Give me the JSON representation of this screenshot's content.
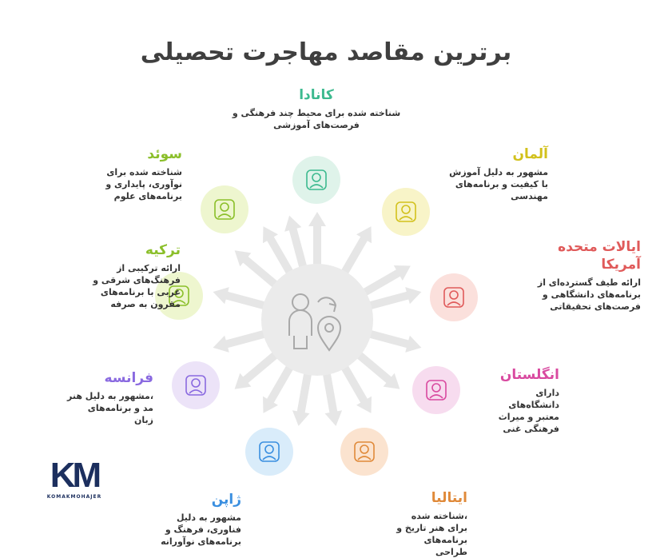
{
  "title": "برترین مقاصد مهاجرت تحصیلی",
  "logo": {
    "mark": "KM",
    "name": "KOMAKMOHAJER"
  },
  "destinations": [
    {
      "id": "canada",
      "name": "کانادا",
      "desc": "شناخته شده برای محیط چند فرهنگی و فرصت‌های آموزشی",
      "color": "#3dba8f",
      "bg": "#dff3ea",
      "icon": "student-icon"
    },
    {
      "id": "germany",
      "name": "آلمان",
      "desc": "مشهور به دلیل آموزش با کیفیت و برنامه‌های مهندسی",
      "color": "#d2c11c",
      "bg": "#f8f4c8",
      "icon": "church-icon"
    },
    {
      "id": "usa",
      "name": "ایالات متحده آمریکا",
      "desc": "ارائه طیف گسترده‌ای از برنامه‌های دانشگاهی و فرصت‌های تحقیقاتی",
      "color": "#e05a5a",
      "bg": "#fbe0dc",
      "icon": "online-degree-icon"
    },
    {
      "id": "england",
      "name": "انگلستان",
      "desc": "دارای دانشگاه‌های معتبر و میراث فرهنگی غنی",
      "color": "#d94aa0",
      "bg": "#f7dcef",
      "icon": "university-icon"
    },
    {
      "id": "italy",
      "name": "ایتالیا",
      "desc": "،شناخته شده برای هنر تاریخ و برنامه‌های طراحی",
      "color": "#e08a3a",
      "bg": "#fbe3cf",
      "icon": "paintbrush-icon"
    },
    {
      "id": "japan",
      "name": "ژاپن",
      "desc": "مشهور به دلیل فناوری، فرهنگ و برنامه‌های نوآورانه",
      "color": "#3a8fe0",
      "bg": "#d9ecfa",
      "icon": "robot-icon"
    },
    {
      "id": "france",
      "name": "فرانسه",
      "desc": "،مشهور به دلیل هنر مد و برنامه‌های زبان",
      "color": "#8a6ae0",
      "bg": "#ece3f8",
      "icon": "franc-icon"
    },
    {
      "id": "turkey",
      "name": "ترکیه",
      "desc": "ارائه ترکیبی از فرهنگ‌های شرقی و غربی با برنامه‌های مقرون به صرفه",
      "color": "#8bbf2a",
      "bg": "#eef6cf",
      "icon": "crescent-star-icon"
    },
    {
      "id": "sweden",
      "name": "سوئد",
      "desc": "شناخته شده برای نوآوری، پایداری و برنامه‌های علوم",
      "color": "#8bbf2a",
      "bg": "#eef6cf",
      "icon": "idea-skull-icon"
    }
  ]
}
